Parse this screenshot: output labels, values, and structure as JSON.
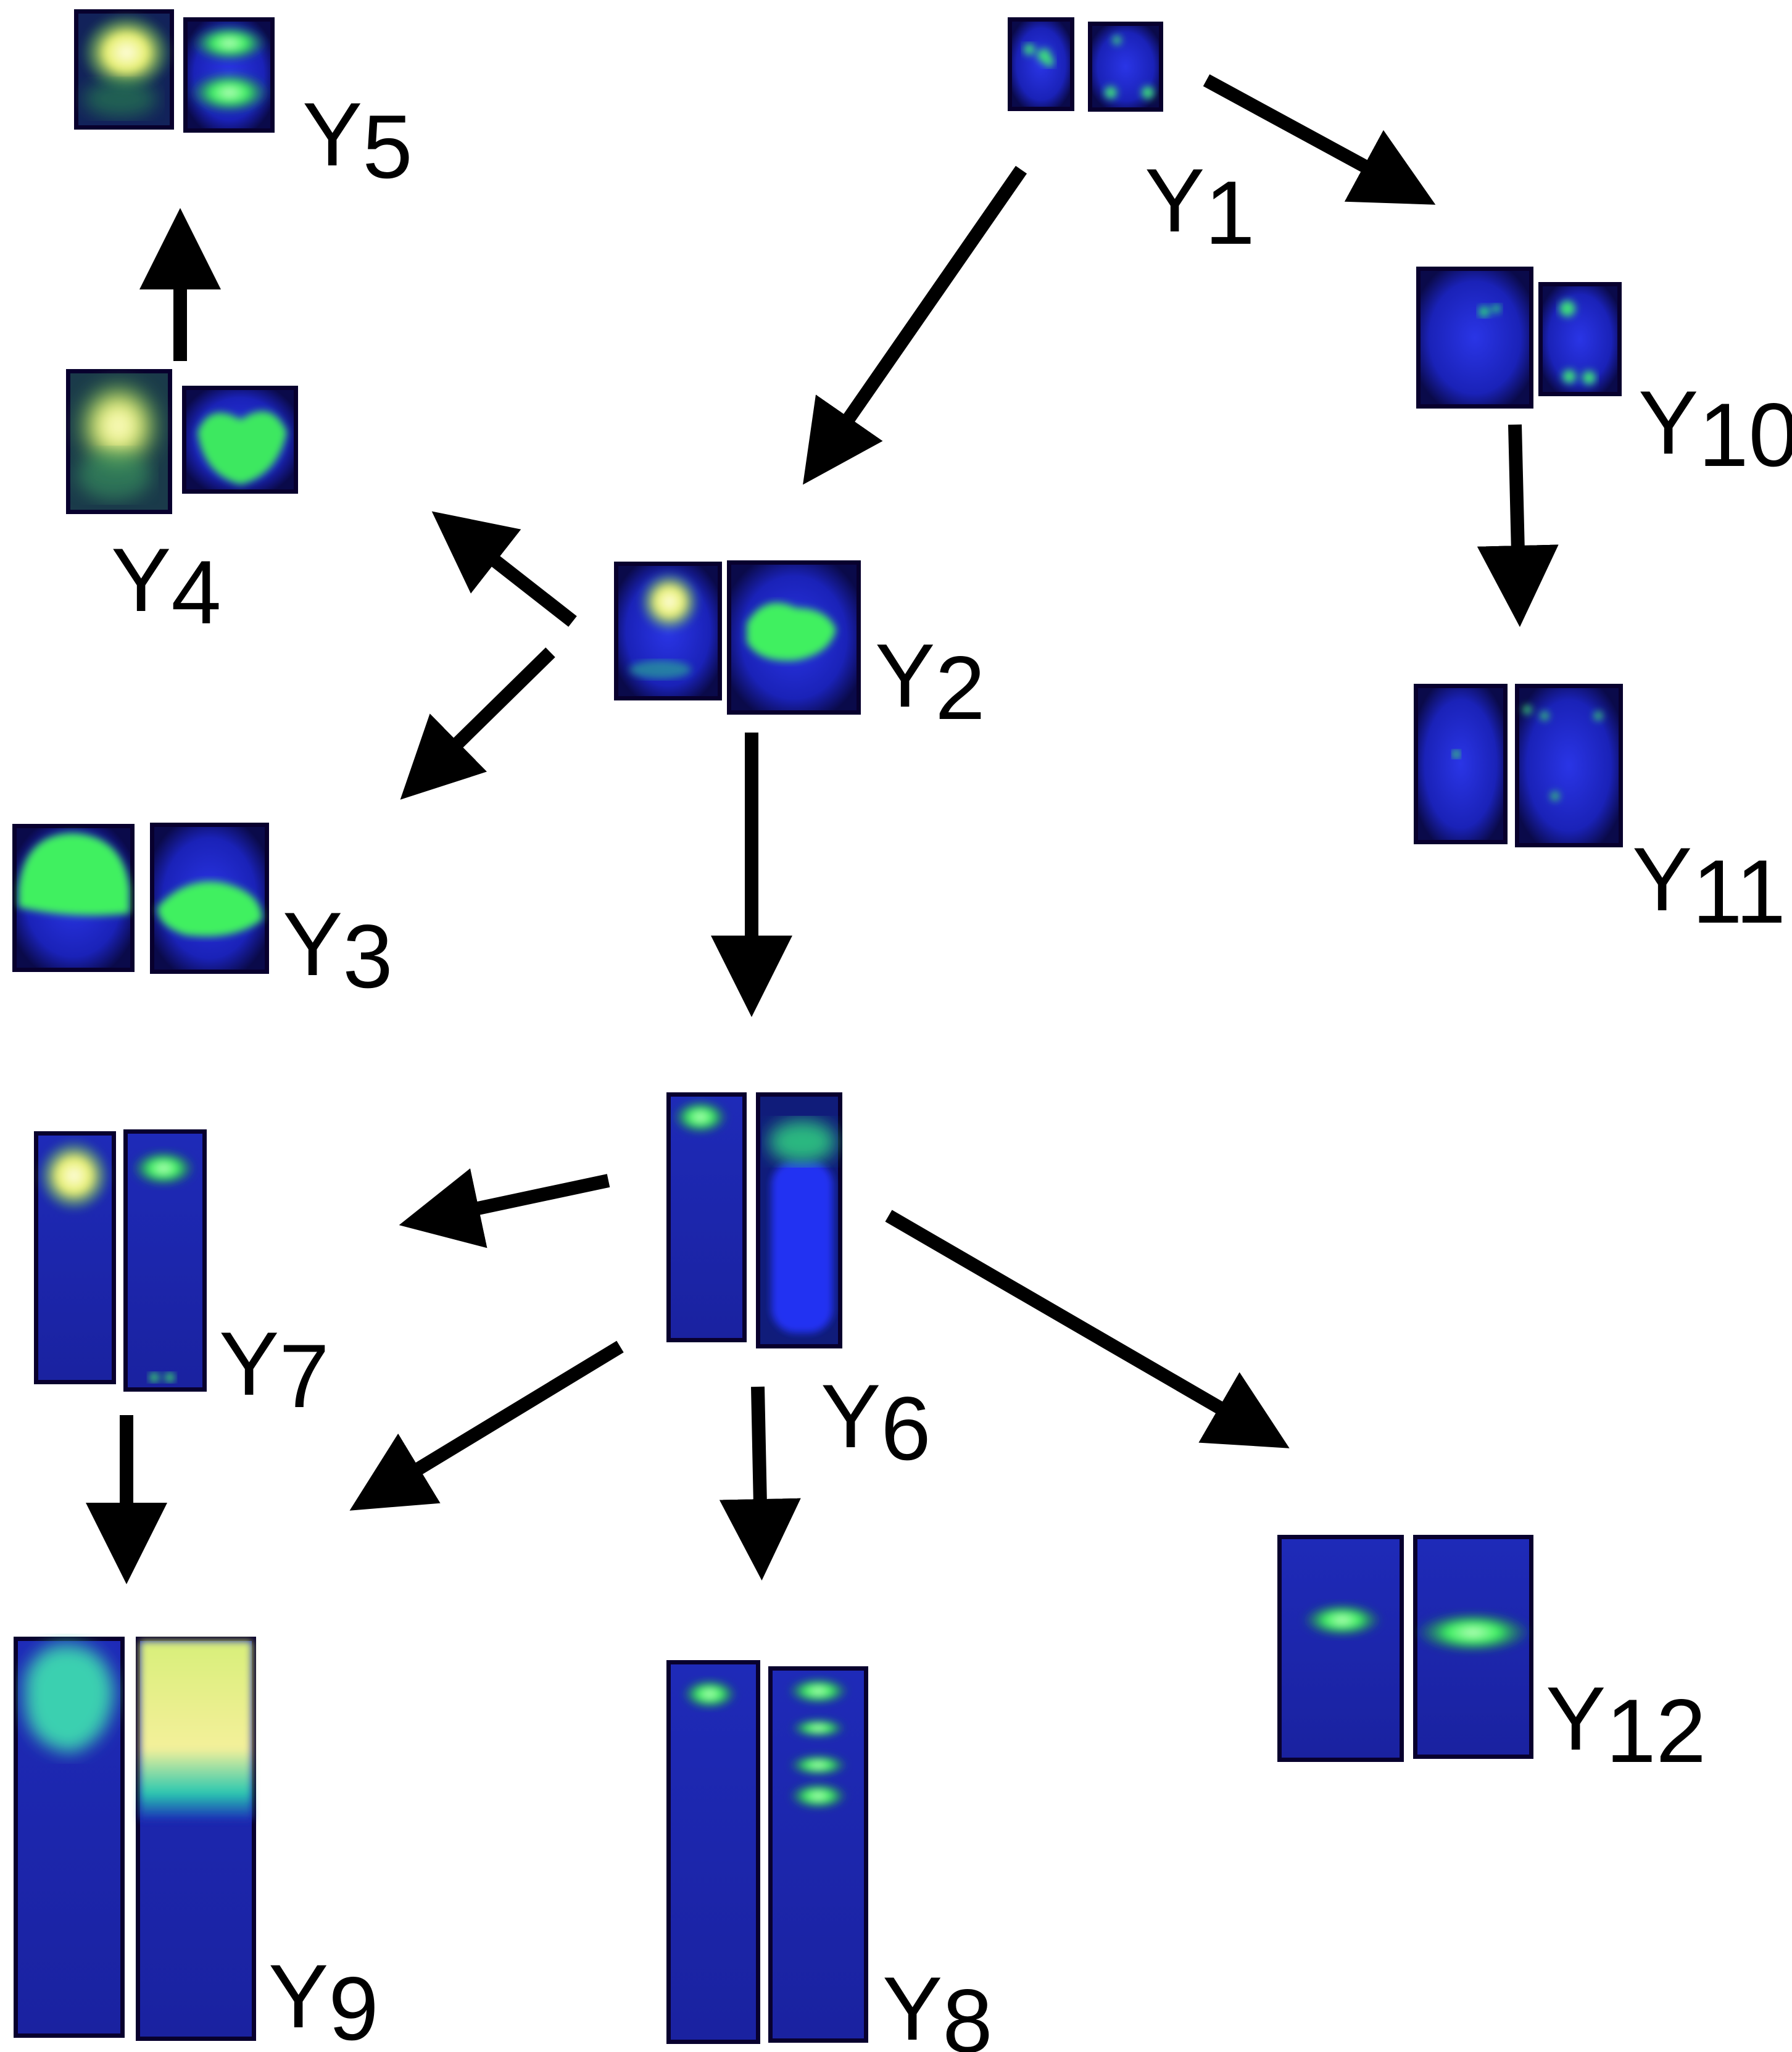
{
  "nodes": [
    {
      "id": "Y1",
      "letter": "Y",
      "sub": "1"
    },
    {
      "id": "Y2",
      "letter": "Y",
      "sub": "2"
    },
    {
      "id": "Y3",
      "letter": "Y",
      "sub": "3"
    },
    {
      "id": "Y4",
      "letter": "Y",
      "sub": "4"
    },
    {
      "id": "Y5",
      "letter": "Y",
      "sub": "5"
    },
    {
      "id": "Y6",
      "letter": "Y",
      "sub": "6"
    },
    {
      "id": "Y7",
      "letter": "Y",
      "sub": "7"
    },
    {
      "id": "Y8",
      "letter": "Y",
      "sub": "8"
    },
    {
      "id": "Y9",
      "letter": "Y",
      "sub": "9"
    },
    {
      "id": "Y10",
      "letter": "Y",
      "sub": "10"
    },
    {
      "id": "Y11",
      "letter": "Y",
      "sub": "11"
    },
    {
      "id": "Y12",
      "letter": "Y",
      "sub": "12"
    }
  ],
  "edges": [
    {
      "from": "Y1",
      "to": "Y2"
    },
    {
      "from": "Y1",
      "to": "Y10"
    },
    {
      "from": "Y10",
      "to": "Y11"
    },
    {
      "from": "Y2",
      "to": "Y4"
    },
    {
      "from": "Y4",
      "to": "Y5"
    },
    {
      "from": "Y2",
      "to": "Y3"
    },
    {
      "from": "Y2",
      "to": "Y6"
    },
    {
      "from": "Y6",
      "to": "Y7"
    },
    {
      "from": "Y7",
      "to": "Y9"
    },
    {
      "from": "Y6",
      "to": "Y9"
    },
    {
      "from": "Y6",
      "to": "Y8"
    },
    {
      "from": "Y6",
      "to": "Y12"
    }
  ],
  "colors": {
    "background": "#ffffff",
    "arrow": "#000000",
    "nucleus_blue": "#1b22b0",
    "signal_green": "#35e85a",
    "signal_yellow": "#f6f08a",
    "frame_dark": "#08002e"
  },
  "image_style": "fluorescence micrographs, blue DAPI nucleus with green FISH signals"
}
